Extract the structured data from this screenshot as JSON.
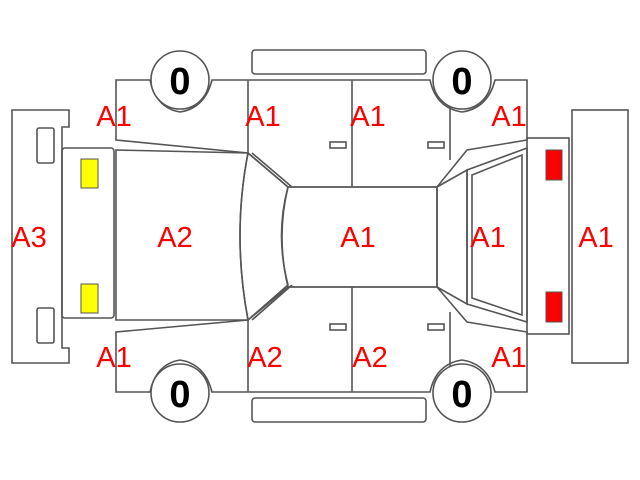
{
  "colors": {
    "grade_label": "#ff0000",
    "tire_label": "#000000",
    "lamp_front": "#ffff00",
    "lamp_rear": "#ff0000",
    "outline": "#555555"
  },
  "labels": {
    "front_bumper": "A3",
    "hood": "A2",
    "roof": "A1",
    "rear_hatch": "A1",
    "rear_bumper": "A1",
    "top_front_fender": "A1",
    "top_front_door": "A1",
    "top_rear_door": "A1",
    "top_rear_quarter": "A1",
    "bottom_front_fender": "A1",
    "bottom_front_door": "A2",
    "bottom_rear_door": "A2",
    "bottom_rear_quarter": "A1"
  },
  "tires": {
    "top_front": "0",
    "top_rear": "0",
    "bottom_front": "0",
    "bottom_rear": "0"
  }
}
